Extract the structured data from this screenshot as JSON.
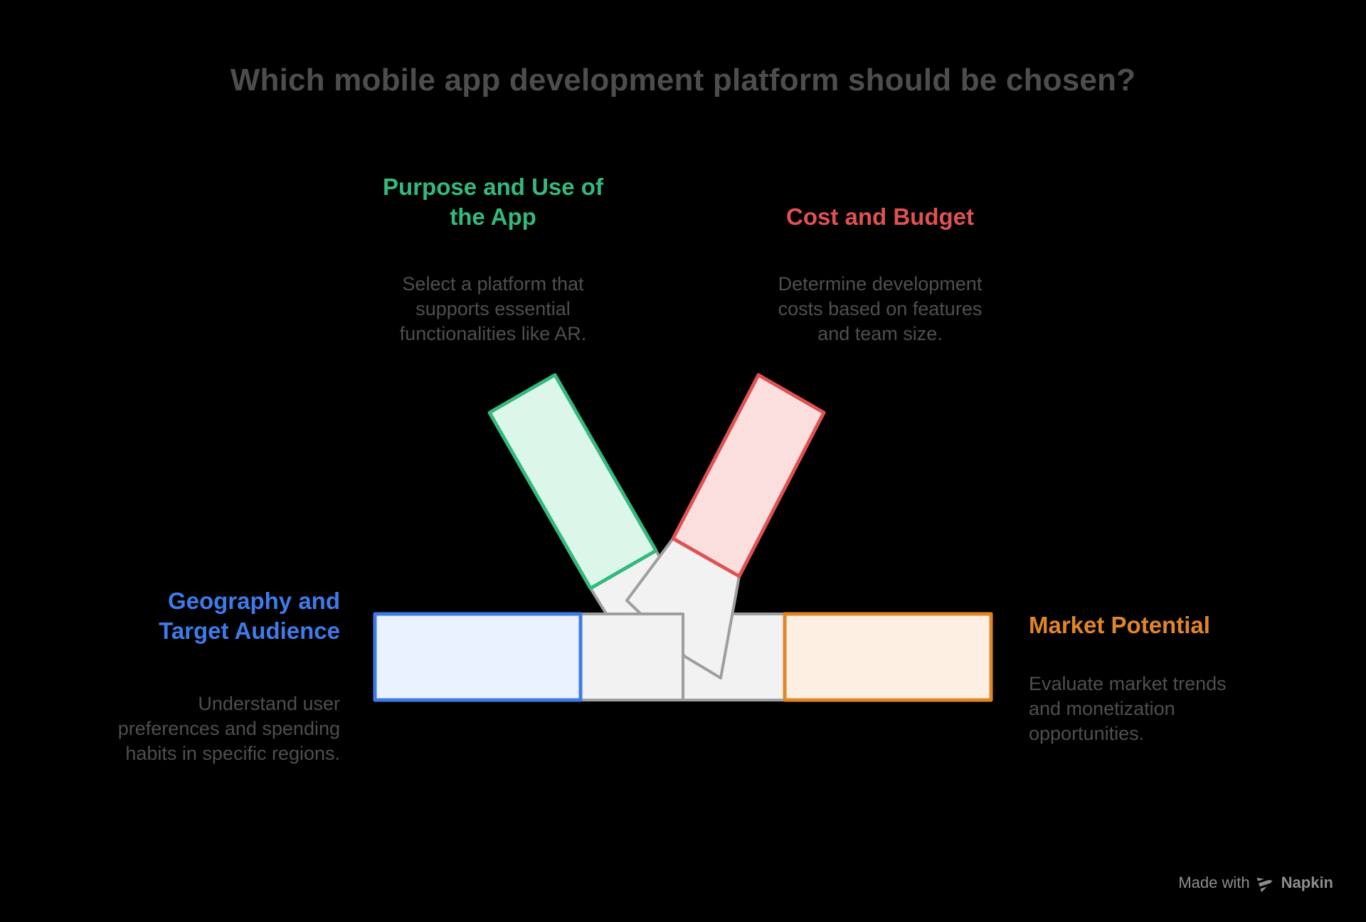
{
  "title": "Which mobile app development platform should be chosen?",
  "factors": {
    "purpose": {
      "heading": "Purpose and Use of\nthe App",
      "body": "Select a platform that\nsupports essential\nfunctionalities like AR.",
      "accent": "#34b97c",
      "bar_fill": "#dcf7e9"
    },
    "cost": {
      "heading": "Cost and Budget",
      "body": "Determine development\ncosts based on features\nand team size.",
      "accent": "#e05252",
      "bar_fill": "#fbdede"
    },
    "geography": {
      "heading": "Geography and\nTarget Audience",
      "body": "Understand user\npreferences and spending\nhabits in specific regions.",
      "accent": "#3e7be9",
      "bar_fill": "#e9f1fd"
    },
    "market": {
      "heading": "Market Potential",
      "body": "Evaluate market trends\nand monetization\nopportunities.",
      "accent": "#e08629",
      "bar_fill": "#fdf0e3"
    }
  },
  "diagram": {
    "neutral_fill": "#f2f2f2",
    "neutral_stroke": "#9e9e9e",
    "background": "#000000",
    "title_color": "#4d4d4d",
    "body_text_color": "#4f4f4f"
  },
  "footer": {
    "made_with": "Made with",
    "brand": "Napkin"
  }
}
